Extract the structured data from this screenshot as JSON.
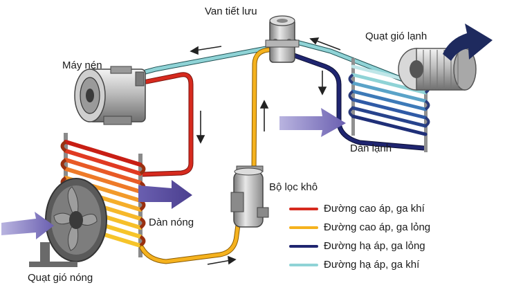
{
  "labels": {
    "expansion_valve": "Van tiết lưu",
    "evaporator_fan": "Quạt gió lạnh",
    "compressor": "Máy nén",
    "evaporator": "Dàn lạnh",
    "filter_drier": "Bộ lọc khô",
    "condenser": "Dàn nóng",
    "condenser_fan": "Quạt gió nóng"
  },
  "legend": [
    {
      "label": "Đường cao áp, ga khí",
      "color": "#d62a1e"
    },
    {
      "label": "Đường cao áp, ga lỏng",
      "color": "#f5b21e"
    },
    {
      "label": "Đường hạ áp, ga lỏng",
      "color": "#1f2570"
    },
    {
      "label": "Đường hạ áp, ga khí",
      "color": "#8fd3d6"
    }
  ],
  "colors": {
    "high_pressure_gas": "#d62a1e",
    "high_pressure_liquid": "#f5b21e",
    "low_pressure_liquid": "#1f2570",
    "low_pressure_gas": "#8fd3d6",
    "airflow_arrow": "#6a5fb0",
    "cold_air_arrow": "#1e2a5e"
  }
}
